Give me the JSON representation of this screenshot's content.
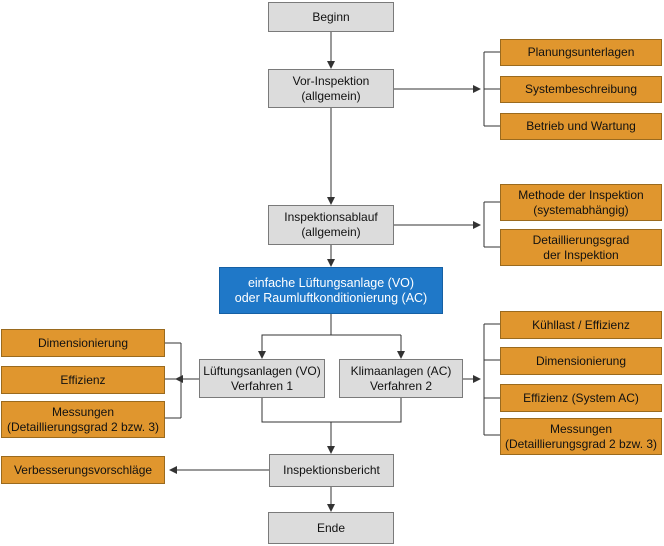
{
  "nodes": {
    "beginn": [
      "Beginn"
    ],
    "vor_inspektion": [
      "Vor-Inspektion",
      "(allgemein)"
    ],
    "planungsunterlagen": [
      "Planungsunterlagen"
    ],
    "systembeschreibung": [
      "Systembeschreibung"
    ],
    "betrieb_wartung": [
      "Betrieb und Wartung"
    ],
    "inspektionsablauf": [
      "Inspektionsablauf",
      "(allgemein)"
    ],
    "methode": [
      "Methode der Inspektion",
      "(systemabhängig)"
    ],
    "detaillierungsgrad": [
      "Detaillierungsgrad",
      "der Inspektion"
    ],
    "einfache_anlage": [
      "einfache Lüftungsanlage (VO)",
      "oder Raumluftkonditionierung (AC)"
    ],
    "lueftungsanlagen": [
      "Lüftungsanlagen (VO)",
      "Verfahren 1"
    ],
    "klimaanlagen": [
      "Klimaanlagen (AC)",
      "Verfahren 2"
    ],
    "dimensionierung_vo": [
      "Dimensionierung"
    ],
    "effizienz_vo": [
      "Effizienz"
    ],
    "messungen_vo": [
      "Messungen",
      "(Detaillierungsgrad 2 bzw. 3)"
    ],
    "kuehllast": [
      "Kühllast / Effizienz"
    ],
    "dimensionierung_ac": [
      "Dimensionierung"
    ],
    "effizienz_ac": [
      "Effizienz (System AC)"
    ],
    "messungen_ac": [
      "Messungen",
      "(Detaillierungsgrad 2 bzw. 3)"
    ],
    "inspektionsbericht": [
      "Inspektionsbericht"
    ],
    "verbesserungsvorschlaege": [
      "Verbesserungsvorschläge"
    ],
    "ende": [
      "Ende"
    ]
  },
  "colors": {
    "process": "#dcdcdc",
    "detail": "#e0962e",
    "highlight": "#1f78c8",
    "connector": "#333333"
  }
}
